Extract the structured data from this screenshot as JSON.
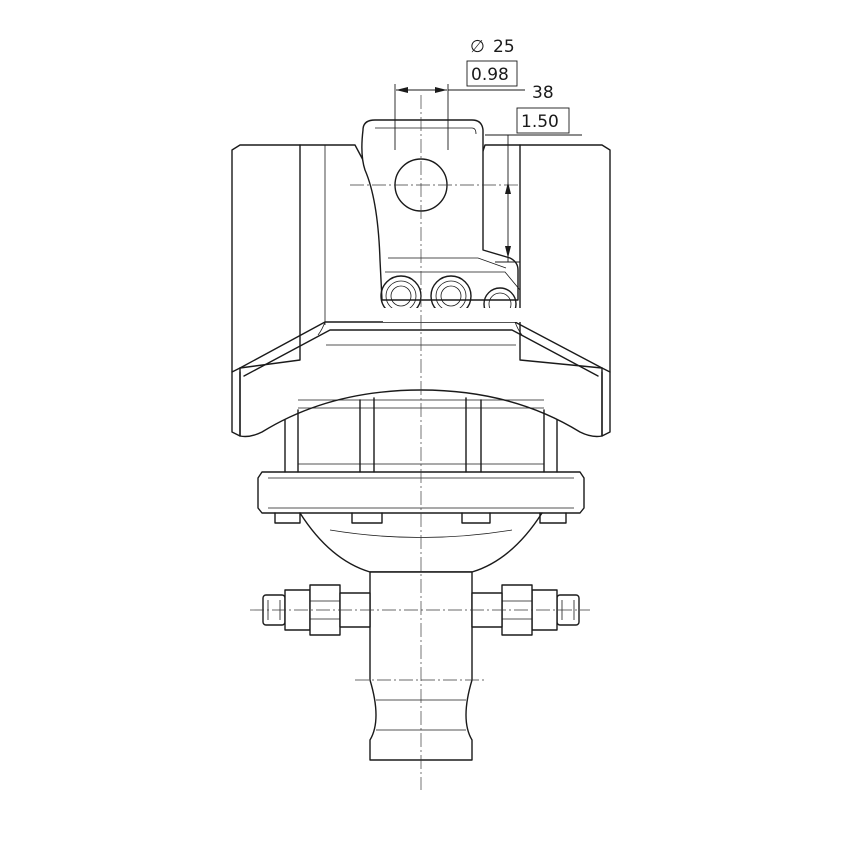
{
  "dimensions": {
    "pin_diameter": {
      "symbol": "∅",
      "value": "25",
      "inch": "0.98"
    },
    "slot_depth": {
      "value": "38",
      "inch": "1.50"
    }
  },
  "colors": {
    "line": "#1a1a1a",
    "background": "#ffffff"
  }
}
